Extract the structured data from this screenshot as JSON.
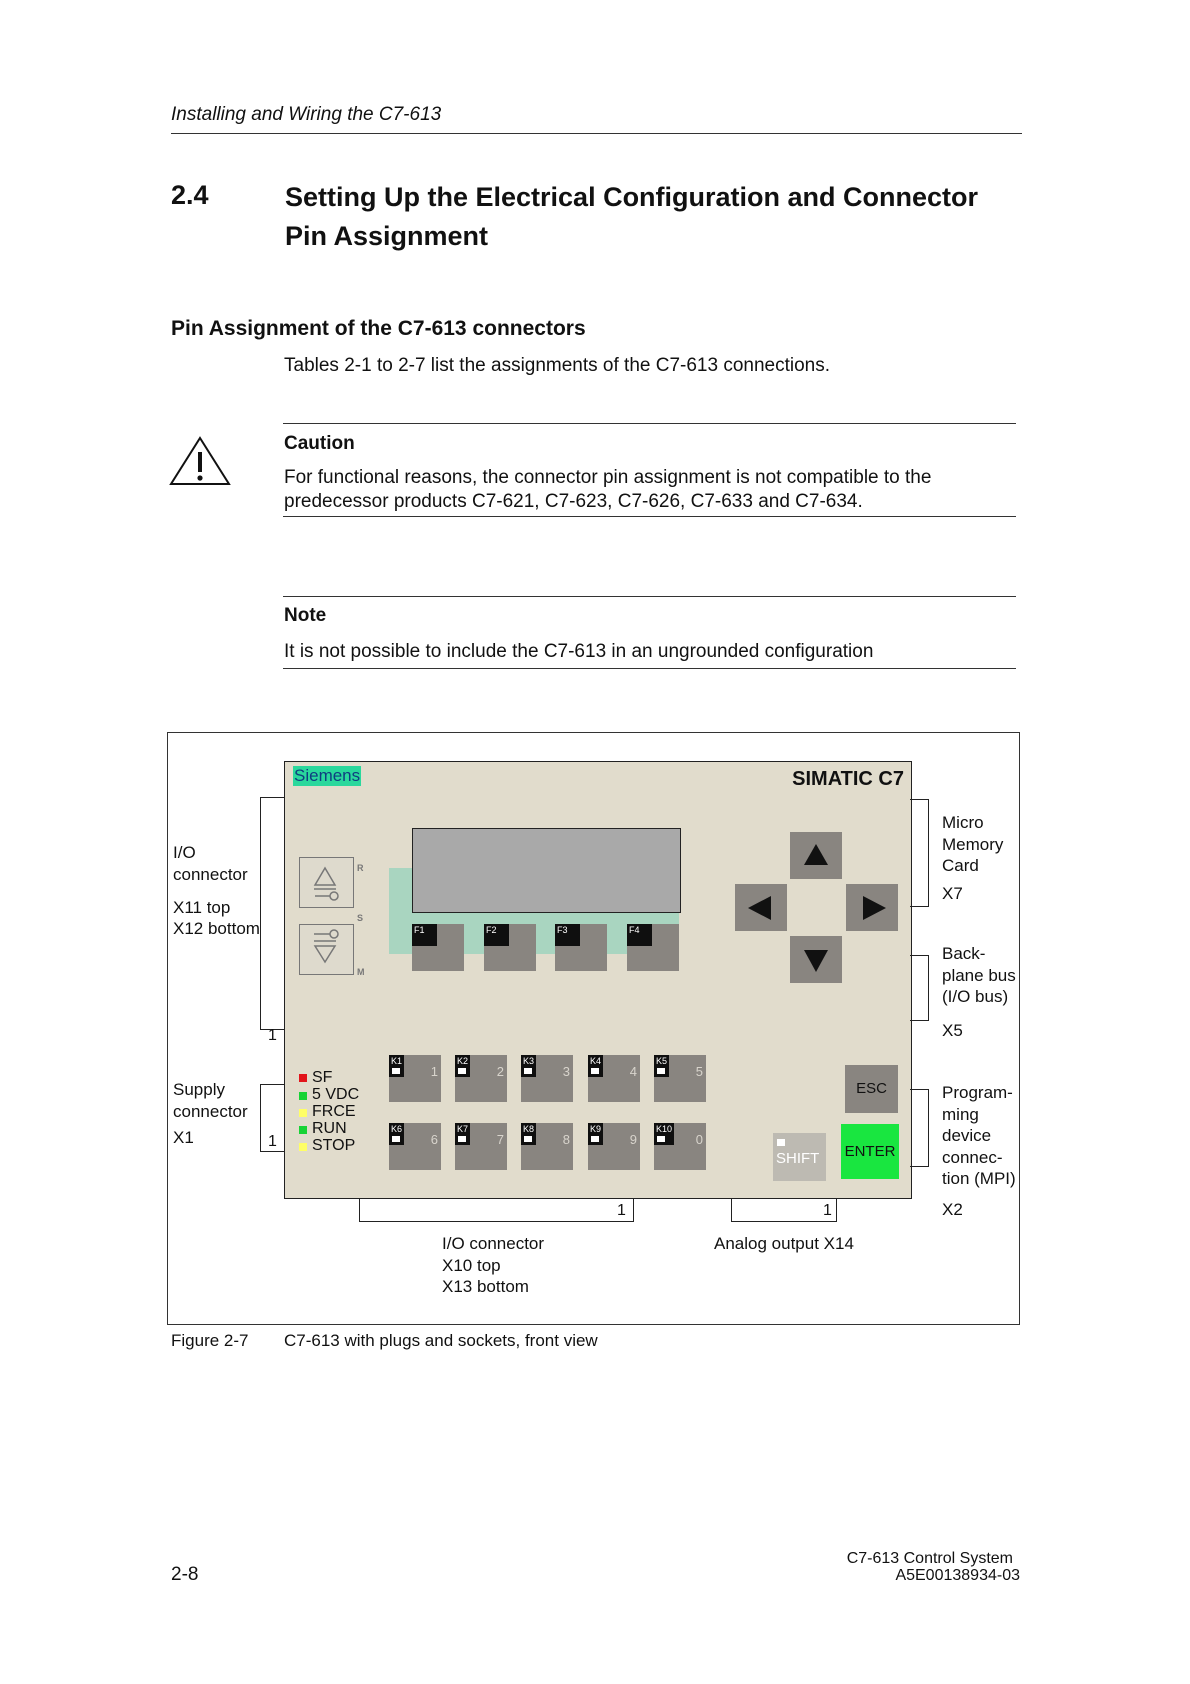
{
  "header": {
    "running_title": "Installing and Wiring the C7-613"
  },
  "section": {
    "number": "2.4",
    "title": "Setting Up the Electrical Configuration and Connector Pin Assignment",
    "subheading": "Pin Assignment of the C7-613 connectors",
    "intro": "Tables 2-1 to 2-7 list the assignments of the C7-613 connections."
  },
  "caution": {
    "title": "Caution",
    "line1": "For functional reasons, the connector pin assignment is not compatible to the",
    "line2": "predecessor products C7-621, C7-623, C7-626, C7-633 and C7-634."
  },
  "note": {
    "title": "Note",
    "text": "It is not possible to include the C7-613 in an ungrounded configuration"
  },
  "device": {
    "brand": "Siemens",
    "model": "SIMATIC C7",
    "mode_letters": [
      "R",
      "S",
      "M"
    ],
    "function_keys": [
      "F1",
      "F2",
      "F3",
      "F4"
    ],
    "k_keys": [
      {
        "tag": "K1",
        "num": "1"
      },
      {
        "tag": "K2",
        "num": "2"
      },
      {
        "tag": "K3",
        "num": "3"
      },
      {
        "tag": "K4",
        "num": "4"
      },
      {
        "tag": "K5",
        "num": "5"
      },
      {
        "tag": "K6",
        "num": "6"
      },
      {
        "tag": "K7",
        "num": "7"
      },
      {
        "tag": "K8",
        "num": "8"
      },
      {
        "tag": "K9",
        "num": "9"
      },
      {
        "tag": "K10",
        "num": "0"
      }
    ],
    "leds": [
      {
        "label": "SF",
        "color": "#e2141a"
      },
      {
        "label": "5 VDC",
        "color": "#17d335"
      },
      {
        "label": "FRCE",
        "color": "#ffff66"
      },
      {
        "label": "RUN",
        "color": "#17d335"
      },
      {
        "label": "STOP",
        "color": "#ffff66"
      }
    ],
    "esc": "ESC",
    "enter": "ENTER",
    "shift": "SHIFT",
    "colors": {
      "panel": "#e1dccc",
      "keys": "#898580",
      "enter": "#19e640",
      "brand_bg": "#2ad89c",
      "display_frame": "#a9d5c0"
    }
  },
  "labels": {
    "io_left": [
      "I/O",
      "connector",
      "X11 top",
      "X12 bottom"
    ],
    "supply": [
      "Supply",
      "connector",
      "X1"
    ],
    "mmc": [
      "Micro",
      "Memory",
      "Card",
      "X7"
    ],
    "backplane": [
      "Back-",
      "plane bus",
      "(I/O bus)",
      "X5"
    ],
    "programming": [
      "Program-",
      "ming",
      "device",
      "connec-",
      "tion (MPI)",
      "X2"
    ],
    "io_bottom": [
      "I/O connector",
      "X10 top",
      "X13 bottom"
    ],
    "analog": "Analog output X14",
    "pin_one": "1"
  },
  "figure": {
    "number": "Figure 2-7",
    "caption": "C7-613 with plugs and sockets, front view"
  },
  "footer": {
    "page": "2-8",
    "doc_title": "C7-613 Control System",
    "doc_id": "A5E00138934-03"
  }
}
